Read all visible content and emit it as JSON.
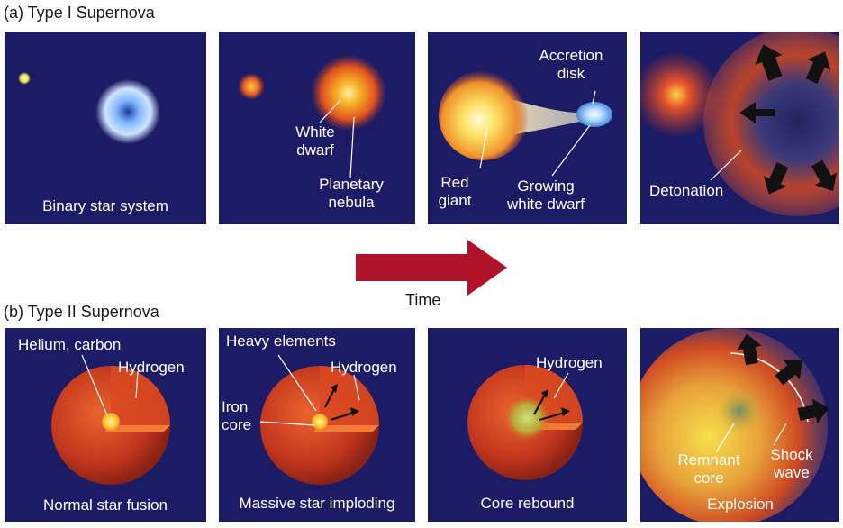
{
  "type1": {
    "heading": "(a) Type I Supernova",
    "panels": [
      {
        "labels": [
          "Binary star system"
        ]
      },
      {
        "labels": [
          "White\ndwarf",
          "Planetary\nnebula"
        ]
      },
      {
        "labels": [
          "Accretion\ndisk",
          "Red\ngiant",
          "Growing\nwhite dwarf"
        ]
      },
      {
        "labels": [
          "Detonation"
        ]
      }
    ]
  },
  "type2": {
    "heading": "(b) Type II Supernova",
    "panels": [
      {
        "labels": [
          "Helium, carbon",
          "Hydrogen",
          "Normal star fusion"
        ]
      },
      {
        "labels": [
          "Heavy elements",
          "Hydrogen",
          "Iron\ncore",
          "Massive star imploding"
        ]
      },
      {
        "labels": [
          "Hydrogen",
          "Core rebound"
        ]
      },
      {
        "labels": [
          "Remnant\ncore",
          "Shock\nwave",
          "Explosion"
        ]
      }
    ]
  },
  "time_label": "Time",
  "colors": {
    "panel_bg": "#1c1b66",
    "arrow": "#b0122a",
    "star_red": "#c8351e",
    "star_yellow": "#f7d23c"
  }
}
